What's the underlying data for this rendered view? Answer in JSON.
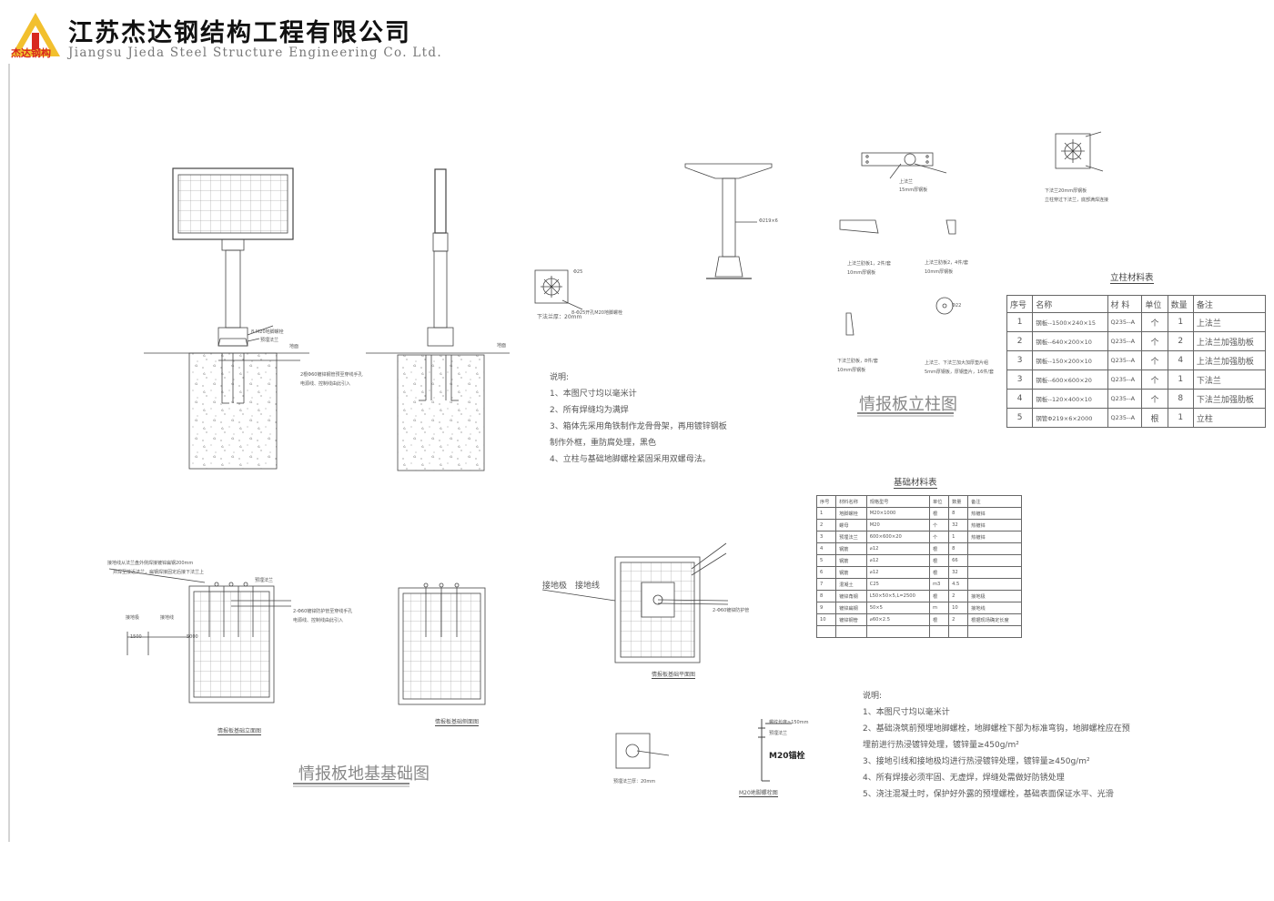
{
  "header": {
    "company_cn": "江苏杰达钢结构工程有限公司",
    "company_en": "Jiangsu Jieda Steel Structure Engineering Co. Ltd.",
    "logo_text": "杰达钢构",
    "brand_color": "#f2c02e",
    "logo_red": "#d8291f"
  },
  "titles": {
    "column_drawing": "情报板立柱图",
    "foundation_drawing": "情报板地基基础图",
    "column_material_table": "立柱材料表",
    "base_material_table": "基础材料表"
  },
  "column_table": {
    "headers": [
      "序号",
      "名称",
      "材 料",
      "单位",
      "数量",
      "备注"
    ],
    "rows": [
      [
        "1",
        "钢板--1500×240×15",
        "Q235--A",
        "个",
        "1",
        "上法兰"
      ],
      [
        "2",
        "钢板--640×200×10",
        "Q235--A",
        "个",
        "2",
        "上法兰加强肋板"
      ],
      [
        "3",
        "钢板--150×200×10",
        "Q235--A",
        "个",
        "4",
        "上法兰加强肋板"
      ],
      [
        "3",
        "钢板--600×600×20",
        "Q235--A",
        "个",
        "1",
        "下法兰"
      ],
      [
        "4",
        "钢板--120×400×10",
        "Q235--A",
        "个",
        "8",
        "下法兰加强肋板"
      ],
      [
        "5",
        "钢管Φ219×6×2000",
        "Q235--A",
        "根",
        "1",
        "立柱"
      ]
    ]
  },
  "base_table": {
    "headers": [
      "序号",
      "材料名称",
      "规格型号",
      "单位",
      "数量",
      "备注"
    ],
    "rows": [
      [
        "1",
        "地脚螺栓",
        "M20×1000",
        "根",
        "8",
        "热镀锌"
      ],
      [
        "2",
        "螺母",
        "M20",
        "个",
        "32",
        "热镀锌"
      ],
      [
        "3",
        "预埋法兰",
        "600×600×20",
        "个",
        "1",
        "热镀锌"
      ],
      [
        "4",
        "钢筋",
        "⌀12",
        "根",
        "8",
        ""
      ],
      [
        "5",
        "钢筋",
        "⌀12",
        "根",
        "66",
        ""
      ],
      [
        "6",
        "钢筋",
        "⌀12",
        "根",
        "32",
        ""
      ],
      [
        "7",
        "混凝土",
        "C25",
        "m3",
        "4.5",
        ""
      ],
      [
        "8",
        "镀锌角钢",
        "L50×50×5,L=2500",
        "根",
        "2",
        "接地极"
      ],
      [
        "9",
        "镀锌扁钢",
        "50×5",
        "m",
        "10",
        "接地线"
      ],
      [
        "10",
        "镀锌钢管",
        "⌀60×2.5",
        "根",
        "2",
        "根据现场确定长度"
      ]
    ]
  },
  "notes_top": {
    "heading": "说明:",
    "lines": [
      "1、本图尺寸均以毫米计",
      "2、所有焊缝均为满焊",
      "3、箱体先采用角铁制作龙骨骨架，再用镀锌钢板",
      "制作外框，重防腐处理，黑色",
      "4、立柱与基础地脚螺栓紧固采用双螺母法。"
    ]
  },
  "notes_bottom": {
    "heading": "说明:",
    "lines": [
      "1、本图尺寸均以毫米计",
      "2、基础浇筑前预埋地脚螺栓，地脚螺栓下部为标准弯钩，地脚螺栓应在预",
      "埋前进行热浸镀锌处理，镀锌量≥450g/m²",
      "3、接地引线和接地极均进行热浸镀锌处理，镀锌量≥450g/m²",
      "4、所有焊接必须牢固、无虚焊，焊缝处需做好防锈处理",
      "5、浇注混凝土时，保护好外露的预埋螺栓，基础表面保证水平、光滑"
    ]
  },
  "labels": {
    "anchor_bolt": "8-M20地脚螺栓",
    "embedded_flange": "预埋法兰",
    "ground_surface": "地面",
    "ground_surface_2": "地面",
    "pipe_note_1": "2根Φ60镀锌钢管预至穿线手孔",
    "pipe_note_2": "电源线、控制线由此引入",
    "pipe_dia": "Φ219×6",
    "lower_flange_thk": "下法兰厚：20mm",
    "lower_flange_hole": "8-Φ25开孔M20地脚螺栓",
    "bottom_flange_20": "下法兰20mm厚钢板",
    "weld_note": "立柱穿过下法兰，底部满焊连接",
    "upper_flange": "上法兰",
    "upper_flange_thk": "15mm厚钢板",
    "rib1": "上法兰肋板1，2件/套",
    "rib1_thk": "10mm厚钢板",
    "rib2": "上法兰肋板2，4件/套",
    "rib2_thk": "10mm厚钢板",
    "lower_rib": "下法兰肋板，8件/套",
    "lower_rib_thk": "10mm厚钢板",
    "washer": "上法兰、下法兰加大加厚垫片组",
    "washer_spec": "5mm厚钢板，厚钢垫片，16件/套",
    "d22": "Φ22",
    "d25": "Φ25",
    "ground_wire_note": "接地线从法兰盘外侧焊接镀锌扁钢200mm",
    "ground_wire_note2": "并焊至接近法兰，扁钢焊接固定后接下法兰上",
    "ground_pole_lbl": "接地极",
    "ground_line_lbl": "接地线",
    "dim_1500": "1500",
    "dim_5000": "5000",
    "base_pipe_note_1": "2-Φ60镀锌防护管至穿线手孔",
    "base_pipe_note_2": "电源线、控制线由此引入",
    "ground_pole": "接地极",
    "ground_line": "接地线",
    "plan_pipe": "2-Φ60镀锌防护管",
    "plan_title": "情报板基础平面图",
    "elev_title": "情报板基础立面图",
    "side_title": "情报板基础侧面图",
    "embed_title_1": "预埋法兰",
    "embed_flange_note": "预埋法兰厚：20mm",
    "bolt_len": "螺纹长度≥150mm",
    "m20_anchor": "M20锚栓",
    "m20_title": "M20地脚螺栓图",
    "embedded_flange_2": "预埋法兰"
  }
}
